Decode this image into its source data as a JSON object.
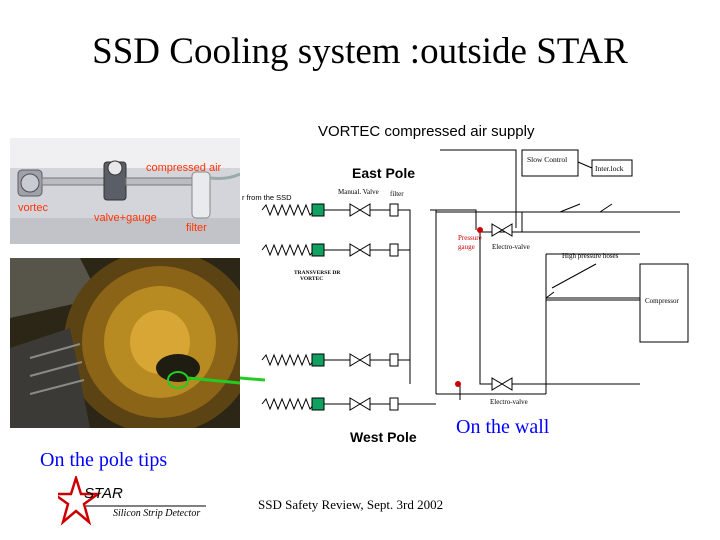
{
  "slide": {
    "title": "SSD Cooling system :outside STAR",
    "footer": "SSD Safety Review, Sept. 3rd 2002",
    "label_wall": "On the wall",
    "label_pole_tips": "On the pole tips"
  },
  "photo_top": {
    "compressed_air": "compressed air",
    "vortec": "vortec",
    "valve_gauge": "valve+gauge",
    "filter": "filter"
  },
  "schematic": {
    "supply_title": "VORTEC compressed air supply",
    "east_pole": "East Pole",
    "west_pole": "West Pole",
    "slow_control": "Slow Control",
    "interlock": "Inter.lock",
    "from_ssd": "r from the SSD",
    "manual_valve": "Manual. Valve",
    "filter": "filter",
    "pressure_gauge_1": "Pressure",
    "pressure_gauge_2": "gauge",
    "electro_valve_top": "Electro-valve",
    "electro_valve_bottom": "Electro-valve",
    "high_pressure_hoses": "High pressure hoses",
    "compressor": "Compressor",
    "transverse_1": "TRANSVERSE DR",
    "transverse_2": "VORTEC"
  },
  "logo": {
    "name": "STAR",
    "subtitle": "Silicon Strip Detector"
  },
  "colors": {
    "title": "#000000",
    "label_blue": "#0000ff",
    "photo_label": "#ff3300",
    "hose_green": "#22cc22",
    "vortex_green": "#10a060",
    "pressure_red": "#cc0000",
    "logo_red": "#cc0000"
  }
}
